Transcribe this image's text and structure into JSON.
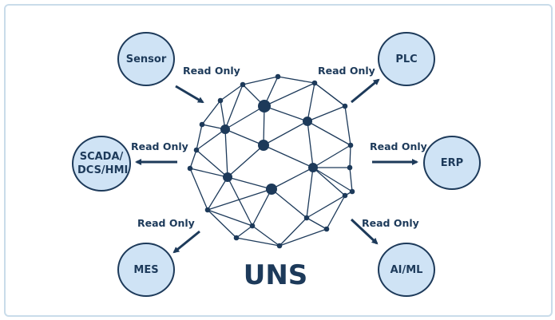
{
  "center": {
    "label": "UNS"
  },
  "nodes": {
    "sensor": "Sensor",
    "plc": "PLC",
    "scada": "SCADA/ DCS/HMI",
    "erp": "ERP",
    "mes": "MES",
    "aiml": "AI/ML"
  },
  "connections": {
    "sensor": "Read Only",
    "plc": "Read Only",
    "scada": "Read Only",
    "erp": "Read Only",
    "mes": "Read Only",
    "aiml": "Read Only"
  },
  "colors": {
    "node_fill": "#cfe3f5",
    "accent": "#1d3a5a",
    "frame": "#c9dcea"
  }
}
